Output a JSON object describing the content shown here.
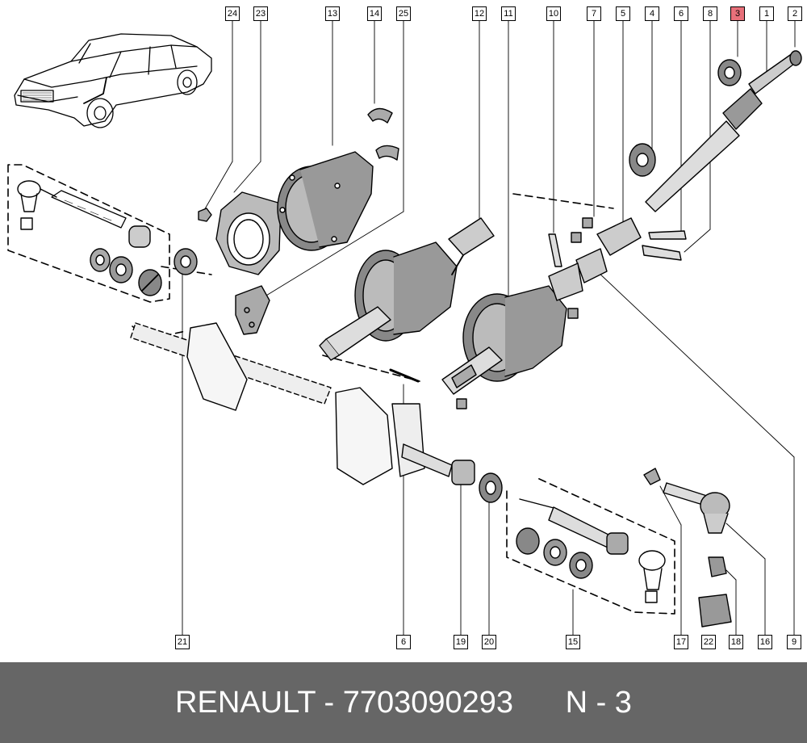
{
  "accent_color": "#e8707a",
  "footer": {
    "brand": "RENAULT",
    "dash": "-",
    "part_number": "7703090293",
    "ref": "N - 3"
  },
  "callouts": {
    "c24": "24",
    "c23": "23",
    "c13": "13",
    "c14": "14",
    "c25": "25",
    "c12": "12",
    "c11": "11",
    "c10": "10",
    "c7": "7",
    "c5": "5",
    "c4": "4",
    "c6": "6",
    "c8": "8",
    "c3": "3",
    "c1": "1",
    "c2": "2",
    "b21": "21",
    "b6": "6",
    "b19": "19",
    "b20": "20",
    "b15": "15",
    "b17": "17",
    "b22": "22",
    "b18": "18",
    "b16": "16",
    "b9": "9"
  }
}
